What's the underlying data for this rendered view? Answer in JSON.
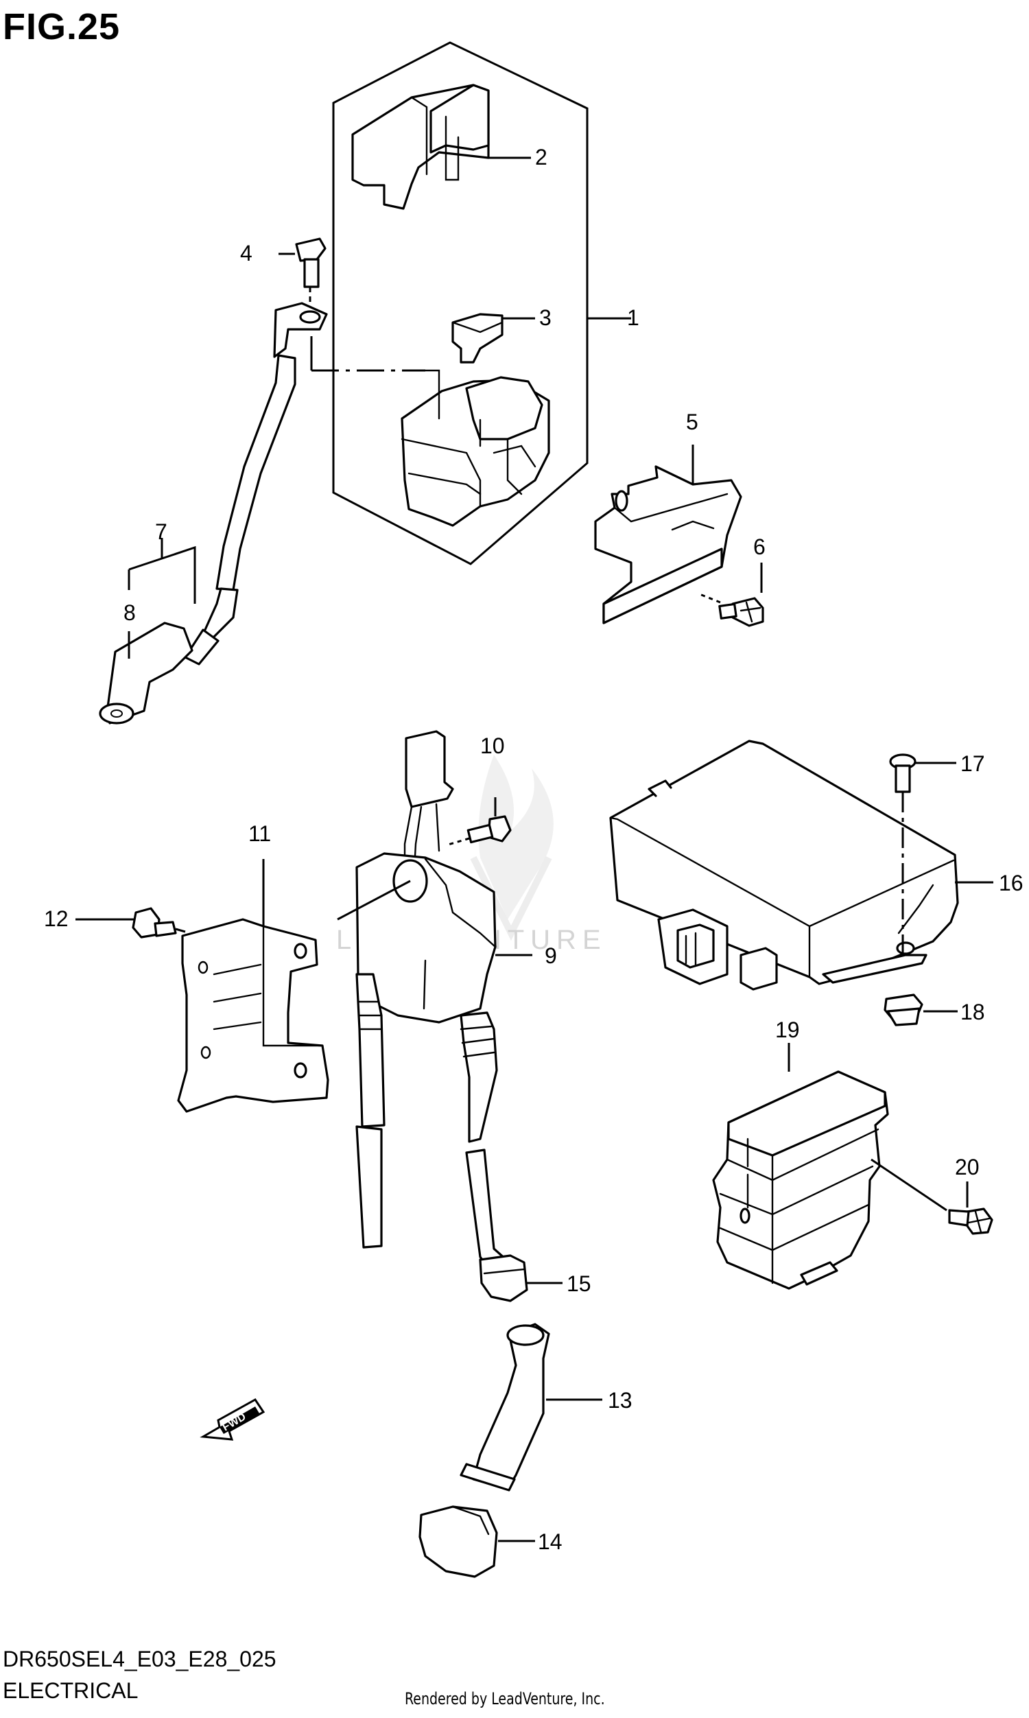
{
  "figure_title": "FIG.25",
  "diagram_code": "DR650SEL4_E03_E28_025",
  "section_title": "ELECTRICAL",
  "credit": "Rendered by LeadVenture, Inc.",
  "watermark": "LEADVENTURE",
  "fwd_label": "FWD",
  "callouts": [
    "1",
    "2",
    "3",
    "4",
    "5",
    "6",
    "7",
    "8",
    "9",
    "10",
    "11",
    "12",
    "13",
    "14",
    "15",
    "16",
    "17",
    "18",
    "19",
    "20"
  ]
}
